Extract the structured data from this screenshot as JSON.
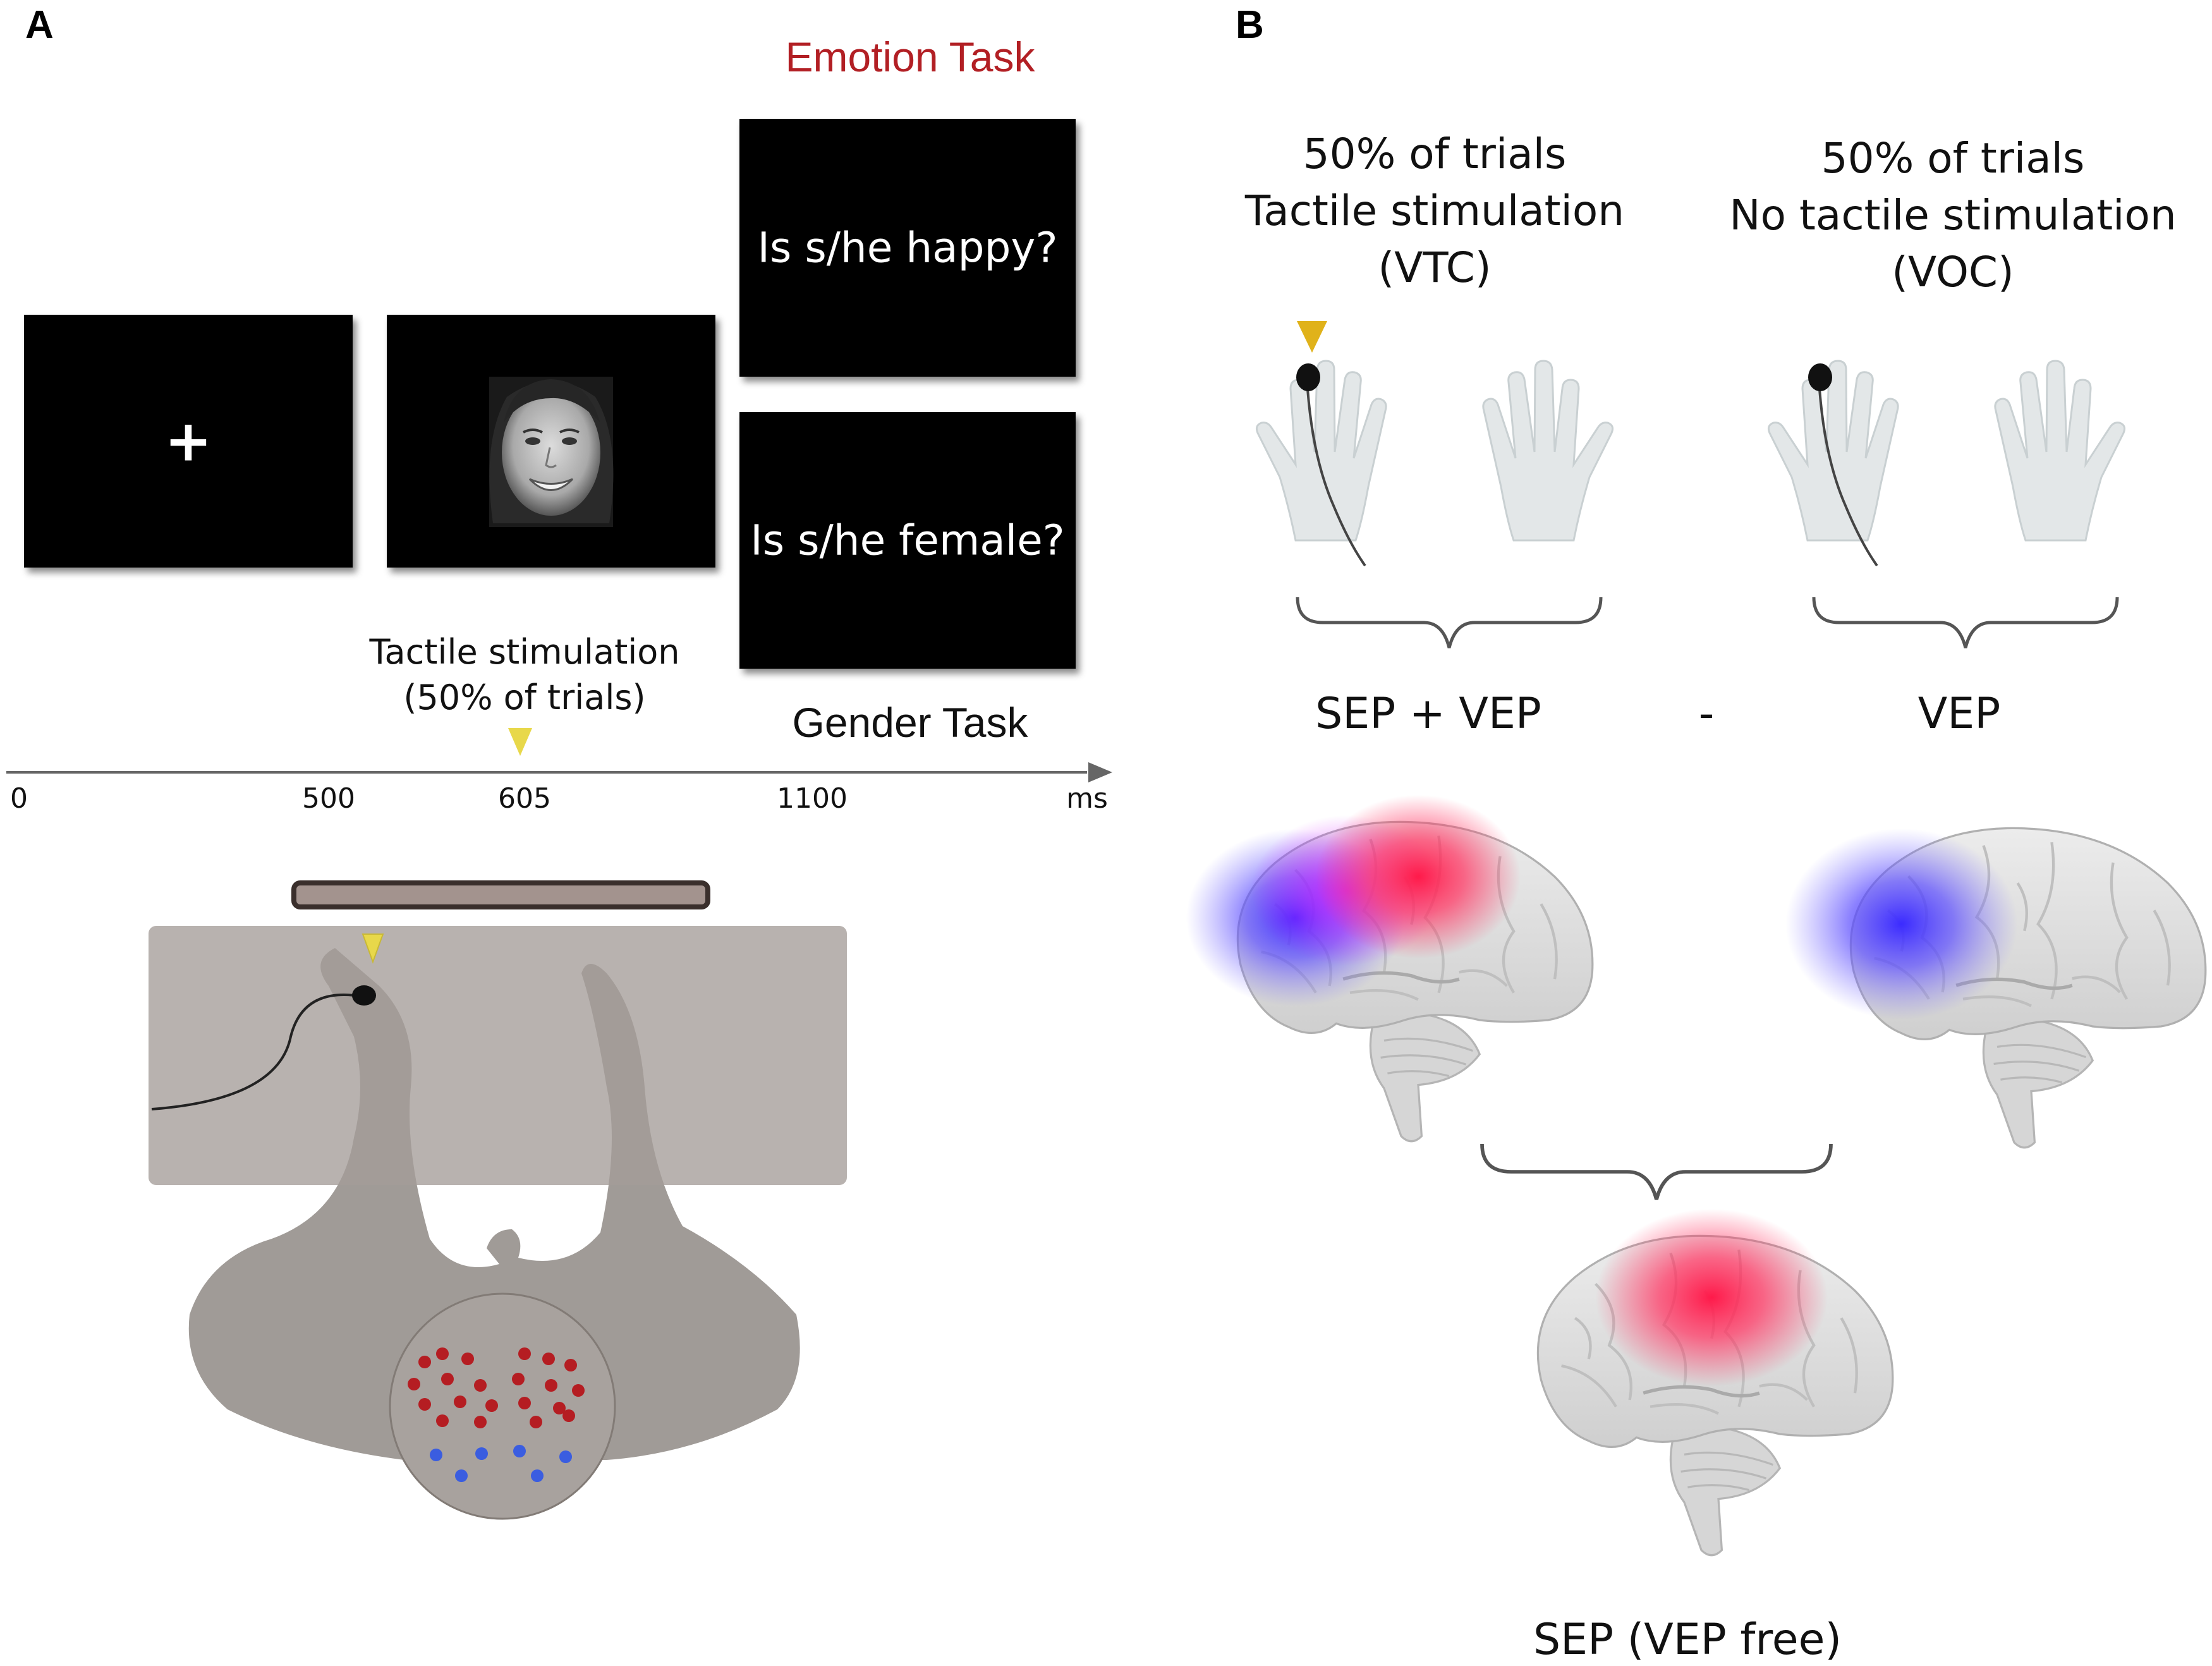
{
  "panel_a": {
    "label": "A",
    "emotion_task": "Emotion Task",
    "gender_task": "Gender Task",
    "question_emotion": "Is s/he happy?",
    "question_gender": "Is s/he female?",
    "fixation": "+",
    "tactile_line1": "Tactile stimulation",
    "tactile_line2": "(50% of trials)",
    "timeline": {
      "ticks": [
        "0",
        "500",
        "605",
        "1100"
      ],
      "unit": "ms"
    },
    "colors": {
      "emotion_task": "#b21f24",
      "stimulus_marker": "#e8d84a",
      "electrode_red": "#b51d22",
      "electrode_blue": "#3a5de0"
    }
  },
  "panel_b": {
    "label": "B",
    "vtc_line1": "50% of trials",
    "vtc_line2": "Tactile stimulation",
    "vtc_line3": "(VTC)",
    "voc_line1": "50% of trials",
    "voc_line2": "No tactile stimulation",
    "voc_line3": "(VOC)",
    "sep_vep": "SEP + VEP",
    "minus": "-",
    "vep": "VEP",
    "result": "SEP (VEP  free)",
    "colors": {
      "marker": "#e0b21a",
      "sep_activation": "#ff1a4a",
      "vep_activation": "#3b2bff"
    }
  }
}
